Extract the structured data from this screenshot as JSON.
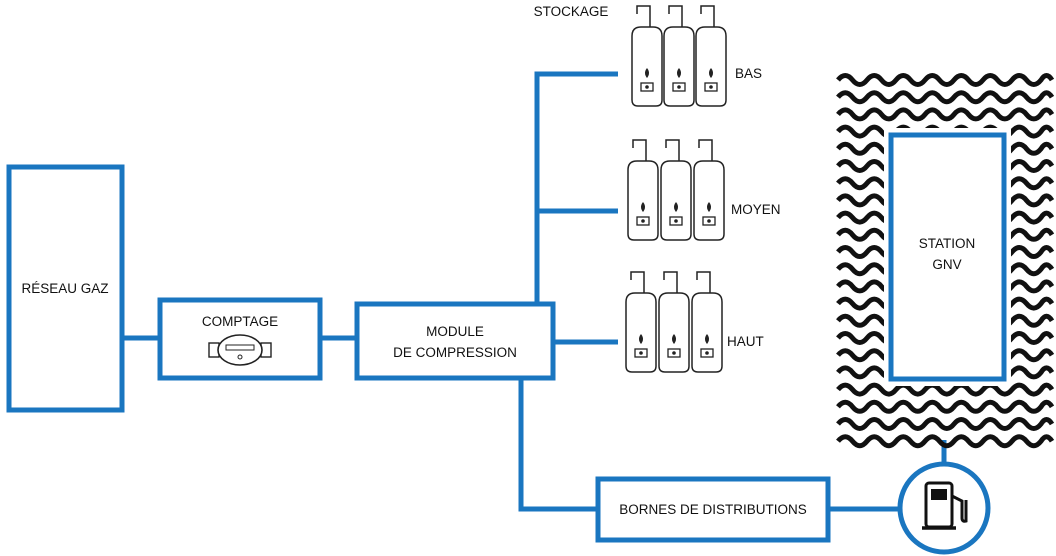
{
  "colors": {
    "accent": "#1a76c0",
    "line": "#111111"
  },
  "nodes": {
    "reseau_gaz": "RÉSEAU GAZ",
    "comptage": "COMPTAGE",
    "module_line1": "MODULE",
    "module_line2": "DE COMPRESSION",
    "stockage": "STOCKAGE",
    "bas": "BAS",
    "moyen": "MOYEN",
    "haut": "HAUT",
    "station_line1": "STATION",
    "station_line2": "GNV",
    "bornes": "BORNES DE DISTRIBUTIONS"
  },
  "icons": {
    "meter": "gas-meter-icon",
    "tank": "gas-cylinder-icon",
    "pump": "fuel-pump-icon"
  }
}
